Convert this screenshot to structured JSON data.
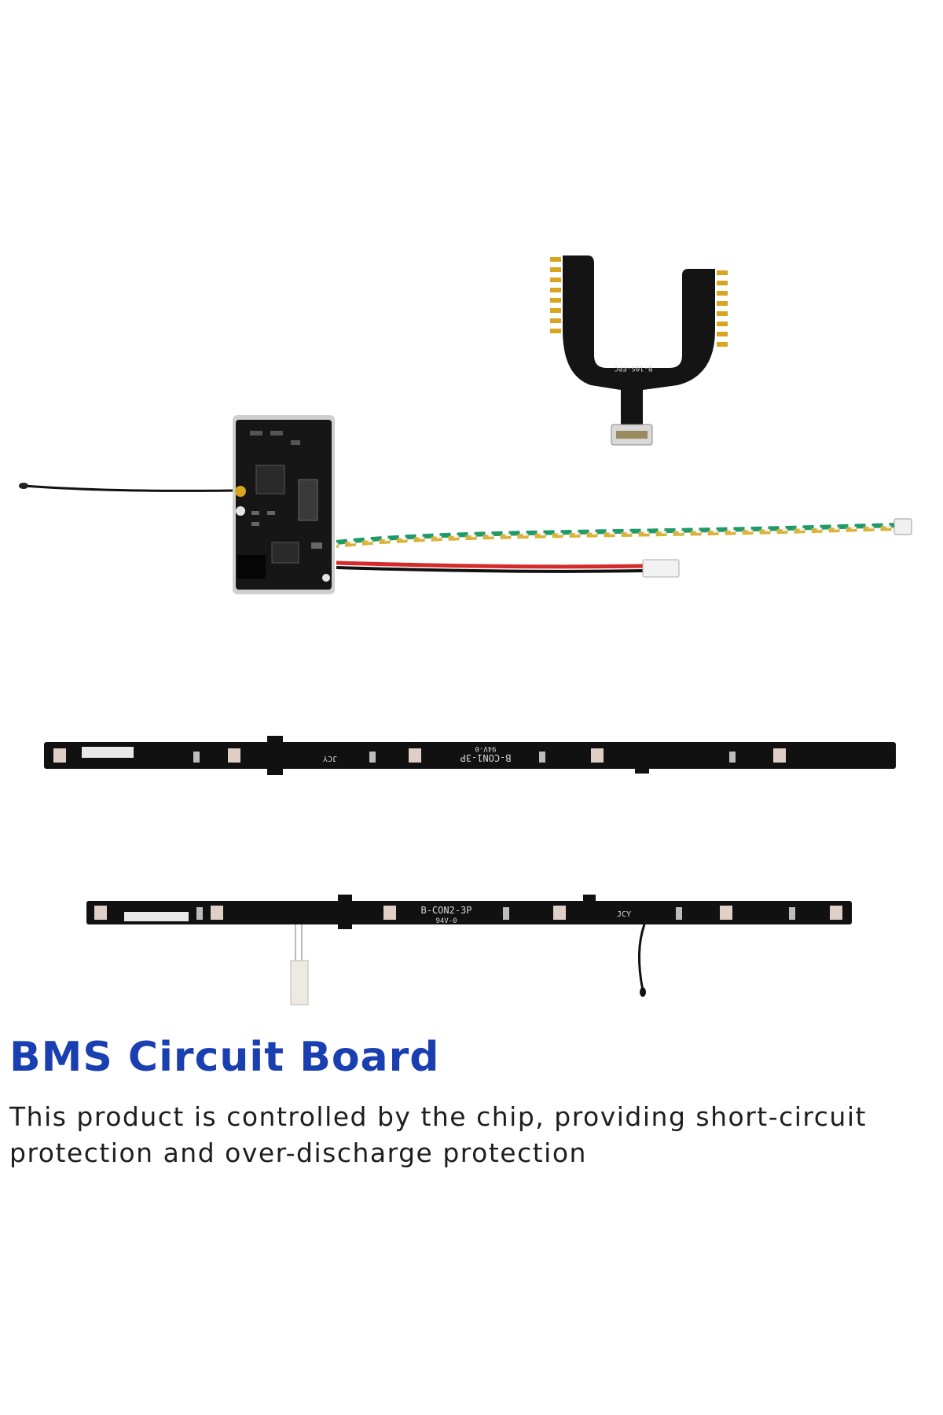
{
  "heading": "BMS Circuit Board",
  "description": "This product is controlled by the chip, providing short-circuit protection and over-discharge protection",
  "pcb_labels": {
    "ribbon": "B-10S-FPC",
    "strip_top_model": "B-CON1-3P",
    "strip_top_code": "94V-0",
    "strip_top_brand": "JCY",
    "strip_bottom_model": "B-CON2-3P",
    "strip_bottom_code": "94V-0",
    "strip_bottom_brand": "JCY"
  },
  "colors": {
    "heading": "#1a3fb0",
    "text": "#1e1e1e",
    "pcb": "#111111",
    "gold": "#d9a520",
    "wire_green": "#1f9a6a",
    "wire_yellow": "#d9b43a",
    "wire_red": "#d42a2a"
  }
}
